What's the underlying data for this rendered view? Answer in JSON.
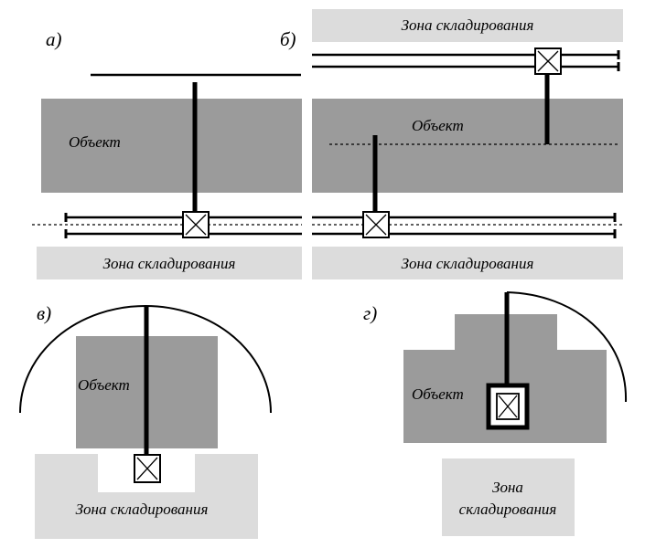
{
  "colors": {
    "object_fill": "#9b9b9b",
    "zone_fill": "#dcdcdc",
    "line": "#000000",
    "background": "#ffffff"
  },
  "panels": {
    "a": {
      "label": "а)",
      "object": "Объект",
      "zone": "Зона складирования"
    },
    "b": {
      "label": "б)",
      "object": "Объект",
      "zone_top": "Зона складирования",
      "zone_bottom": "Зона складирования"
    },
    "v": {
      "label": "в)",
      "object": "Объект",
      "zone": "Зона складирования"
    },
    "g": {
      "label": "г)",
      "object": "Объект",
      "zone_line1": "Зона",
      "zone_line2": "складирования"
    }
  }
}
